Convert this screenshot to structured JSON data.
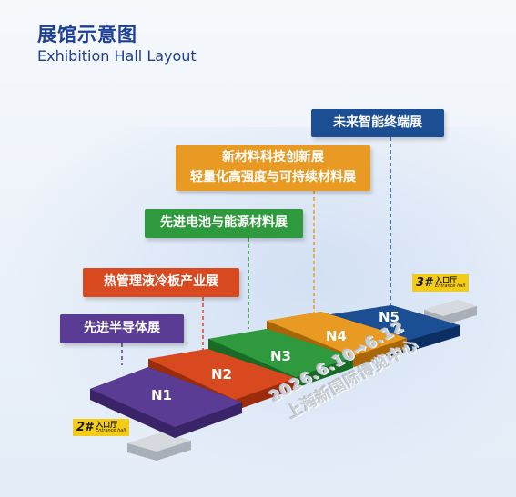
{
  "header": {
    "title_zh": "展馆示意图",
    "title_en": "Exhibition Hall Layout"
  },
  "halls": [
    {
      "id": "N1",
      "label": "先进半导体展",
      "color": "#5b3c95"
    },
    {
      "id": "N2",
      "label": "热管理液冷板产业展",
      "color": "#d9491f"
    },
    {
      "id": "N3",
      "label": "先进电池与能源材料展",
      "color": "#2f9a3d"
    },
    {
      "id": "N4",
      "label_line1": "新材料科技创新展",
      "label_line2": "轻量化高强度与可持续材料展",
      "color": "#e89a22"
    },
    {
      "id": "N5",
      "label": "未来智能终端展",
      "color": "#1c4e93"
    }
  ],
  "entrances": [
    {
      "num": "2#",
      "zh": "入口厅",
      "en": "Entrance hall"
    },
    {
      "num": "3#",
      "zh": "入口厅",
      "en": "Entrance hall"
    }
  ],
  "venue": {
    "dates": "2026.6.10→6.12",
    "place": "上海新国际博览中心"
  }
}
